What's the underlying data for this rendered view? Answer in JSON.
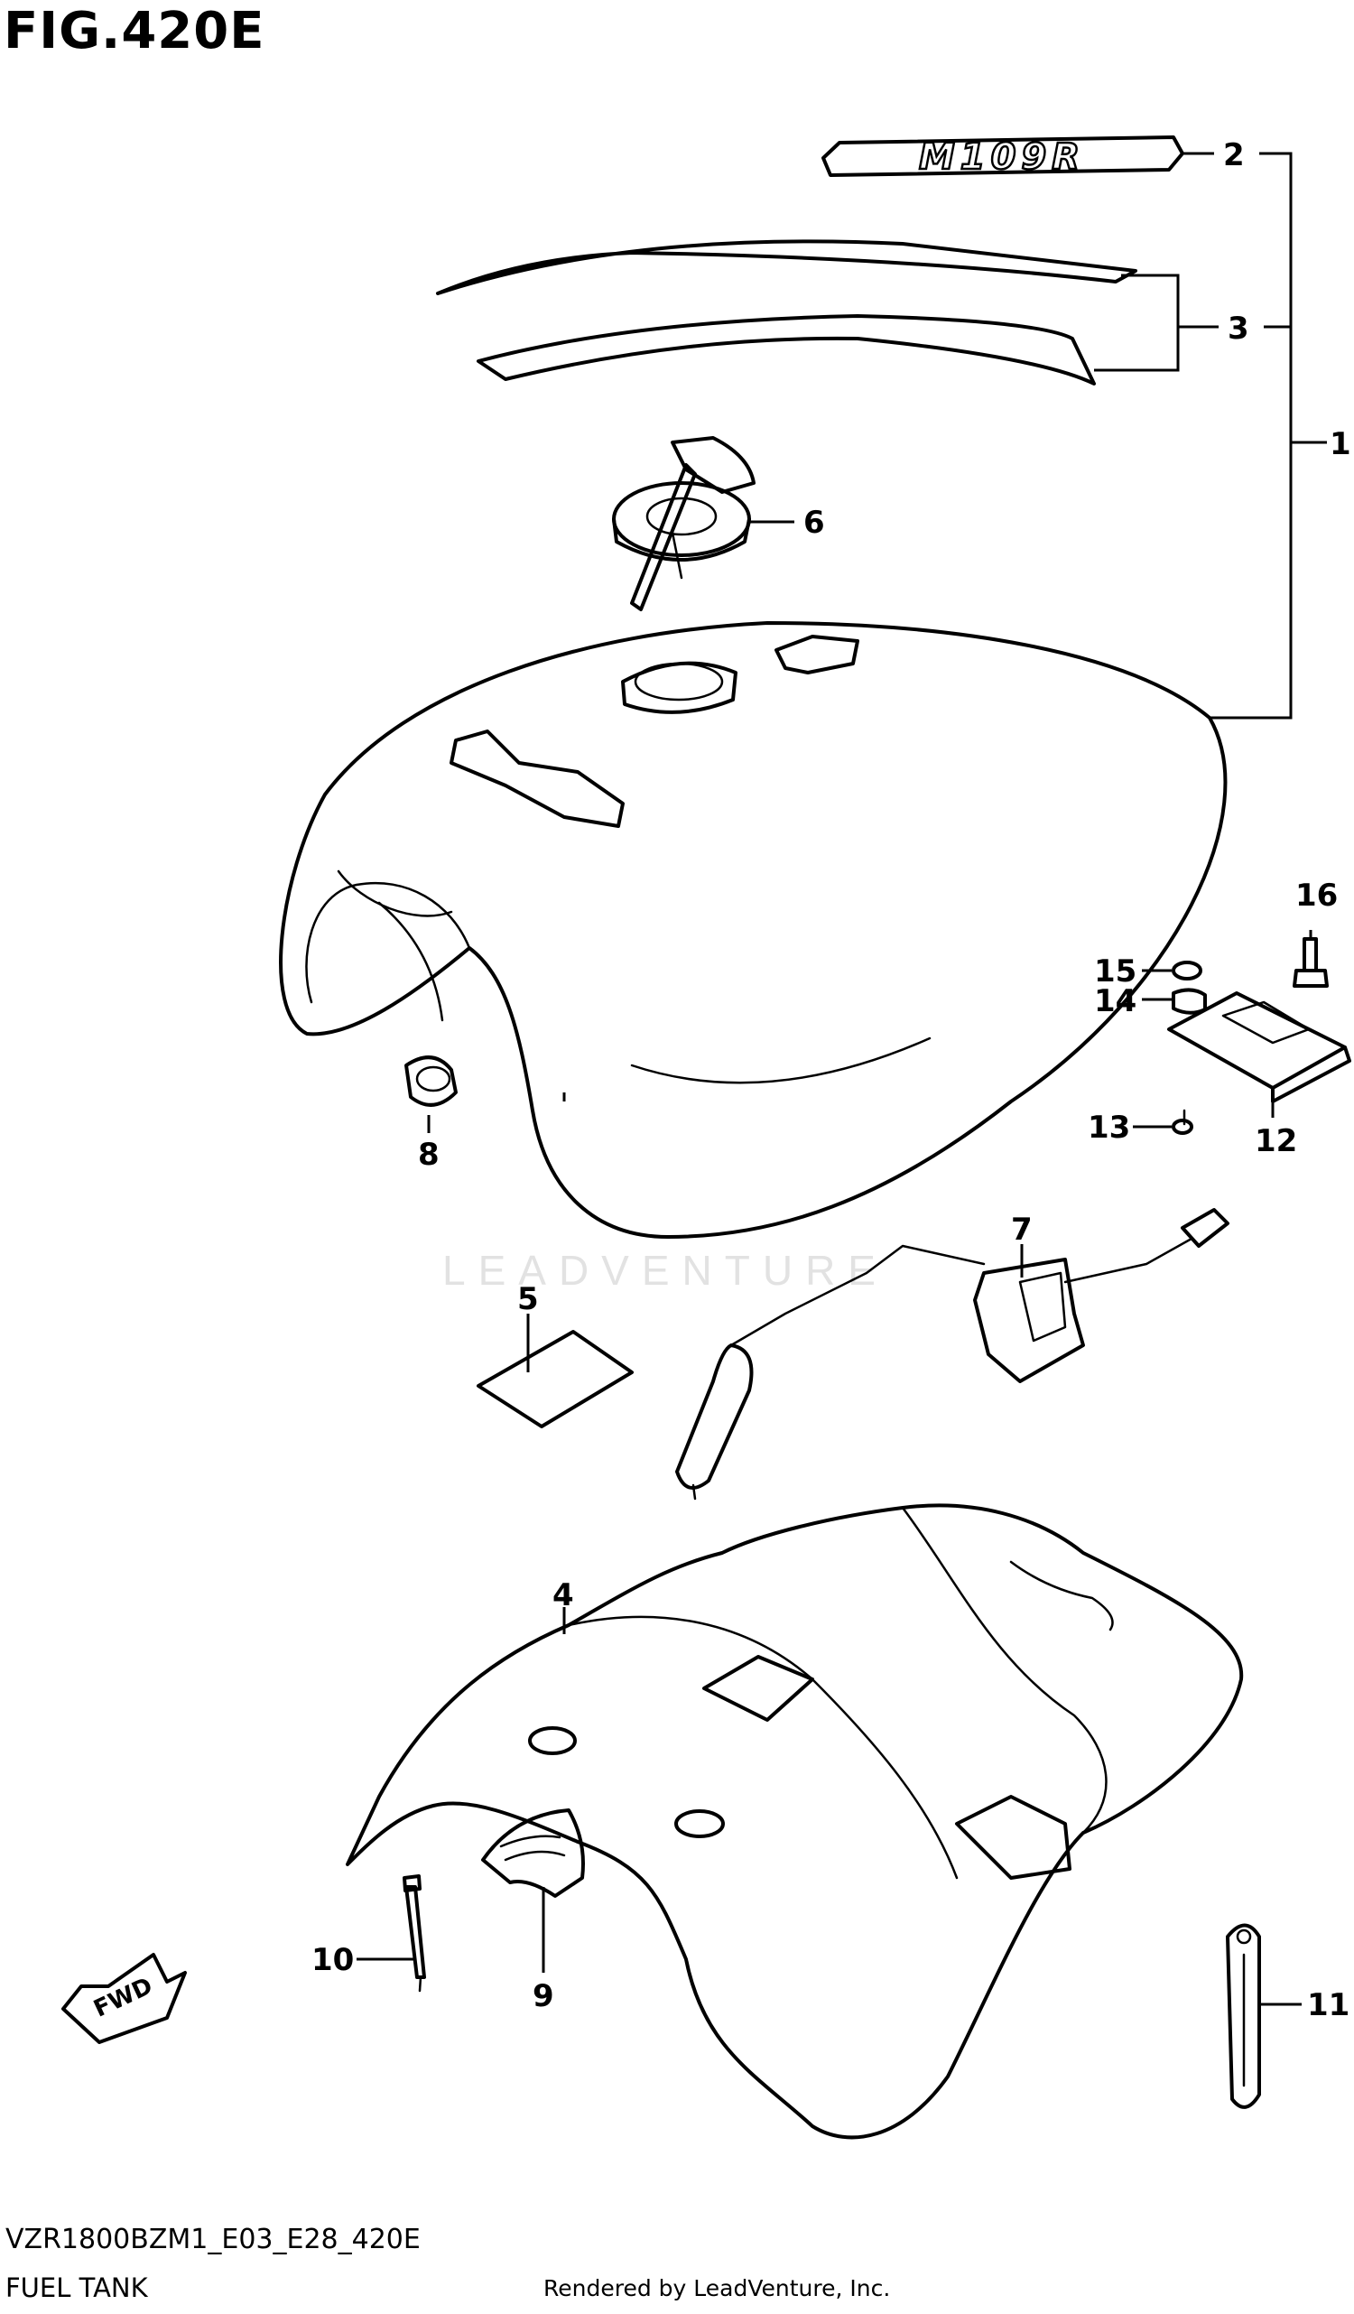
{
  "header": {
    "figure_title": "FIG.420E"
  },
  "footer": {
    "model_code": "VZR1800BZM1_E03_E28_420E",
    "page_subtitle": "FUEL TANK",
    "render_credit": "Rendered by LeadVenture, Inc."
  },
  "watermark": {
    "text": "LEADVENTURE"
  },
  "emblem": {
    "text": "M109R"
  },
  "direction_arrow": {
    "label": "FWD"
  },
  "callouts": {
    "c1": "1",
    "c2": "2",
    "c3": "3",
    "c4": "4",
    "c5": "5",
    "c6": "6",
    "c7": "7",
    "c8": "8",
    "c9": "9",
    "c10": "10",
    "c11": "11",
    "c12": "12",
    "c13": "13",
    "c14": "14",
    "c15": "15",
    "c16": "16"
  }
}
